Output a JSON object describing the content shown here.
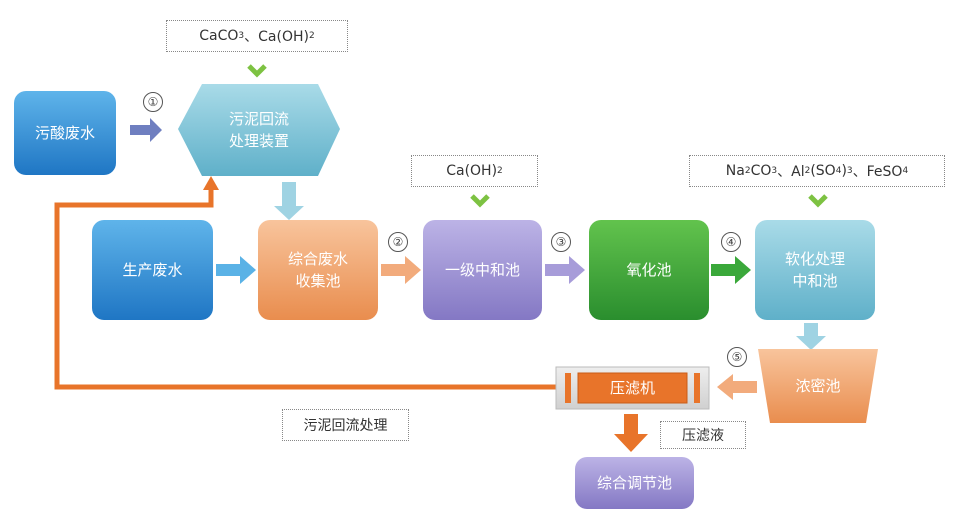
{
  "nodes": {
    "acid_wastewater": "污酸废水",
    "sludge_reflux_device": "污泥回流\n处理装置",
    "production_wastewater": "生产废水",
    "combined_collection_tank": "综合废水\n收集池",
    "primary_neutralization_tank": "一级中和池",
    "oxidation_tank": "氧化池",
    "softening_neutralization_tank": "软化处理\n中和池",
    "thickener": "浓密池",
    "filter_press": "压滤机",
    "regulation_tank": "综合调节池"
  },
  "reagents": {
    "top": [
      "CaCO",
      "3",
      "、Ca(OH)",
      "2"
    ],
    "primary": [
      "Ca(OH)",
      "2"
    ],
    "softening": [
      "Na",
      "2",
      "CO",
      "3",
      "、Al",
      "2",
      "(SO",
      "4",
      ")",
      "3",
      "、FeSO",
      "4"
    ]
  },
  "labels": {
    "sludge_reflux": "污泥回流处理",
    "filtrate": "压滤液"
  },
  "steps": [
    "①",
    "②",
    "③",
    "④",
    "⑤"
  ],
  "colors": {
    "blue": "#2f8fd8",
    "teal": "#7cc4d6",
    "orange": "#f0a36c",
    "purple": "#9b8fd0",
    "green": "#3aa83a",
    "flow_orange": "#e8742a",
    "check_green": "#7dc242"
  }
}
